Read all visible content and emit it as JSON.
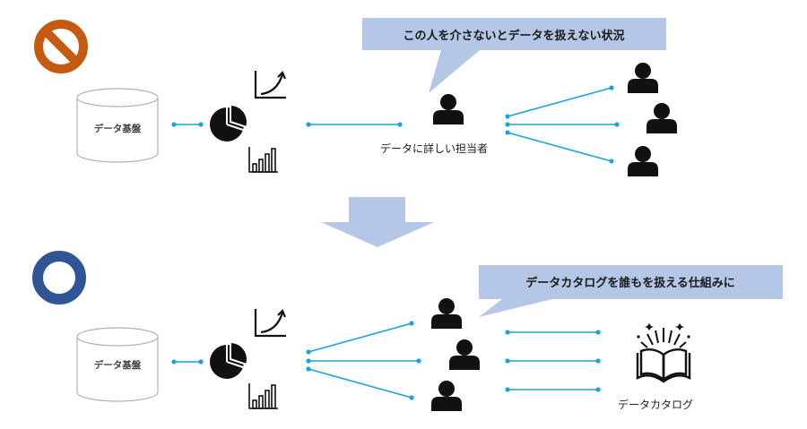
{
  "colors": {
    "ng": "#c55a11",
    "ok": "#2f5597",
    "bubble": "#b4c7e7",
    "line": "#1aa3e0",
    "arrow": "#b4c7e7",
    "icon": "#111111",
    "db_stroke": "#b0b0b0"
  },
  "top": {
    "status_icon": "prohibited-icon",
    "db_label": "データ基盤",
    "callout": "この人を介さないとデータを扱えない状況",
    "expert_label": "データに詳しい担当者"
  },
  "bottom": {
    "status_icon": "circle-ok-icon",
    "db_label": "データ基盤",
    "callout": "データカタログを誰もを扱える仕組みに",
    "catalog_label": "データカタログ"
  }
}
